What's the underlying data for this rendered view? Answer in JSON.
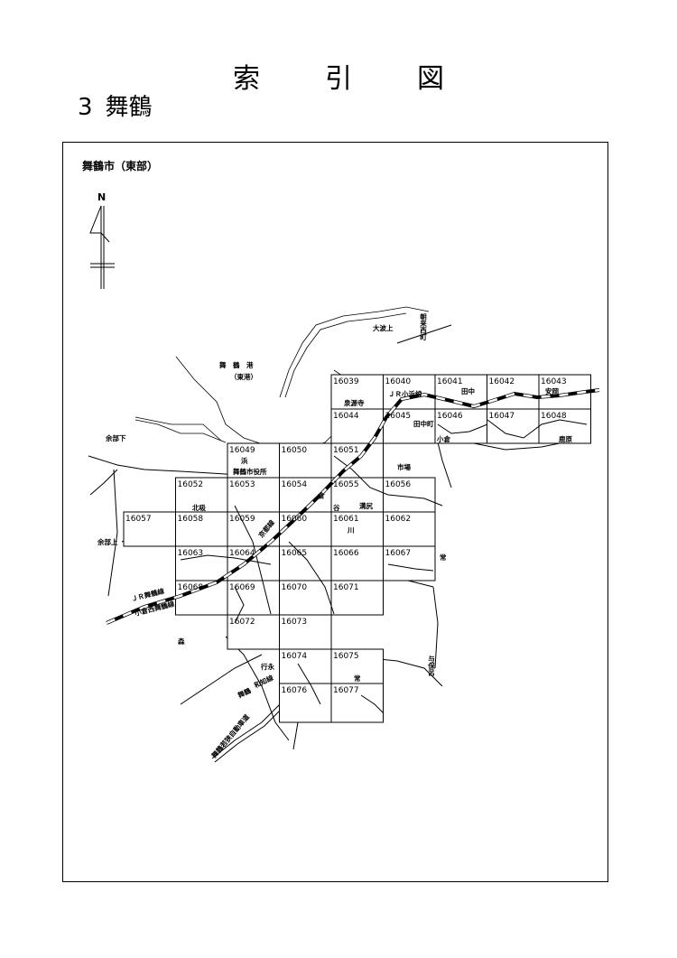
{
  "page": {
    "title_chars": [
      "索",
      "引",
      "図"
    ],
    "section_number": "3",
    "section_name": "舞鶴",
    "map_title": "舞鶴市（東部）",
    "north_label": "N"
  },
  "grid_cells": [
    {
      "id": "16039"
    },
    {
      "id": "16040"
    },
    {
      "id": "16041"
    },
    {
      "id": "16042"
    },
    {
      "id": "16043"
    },
    {
      "id": "16044"
    },
    {
      "id": "16045"
    },
    {
      "id": "16046"
    },
    {
      "id": "16047"
    },
    {
      "id": "16048"
    },
    {
      "id": "16049"
    },
    {
      "id": "16050"
    },
    {
      "id": "16051"
    },
    {
      "id": "16052"
    },
    {
      "id": "16053"
    },
    {
      "id": "16054"
    },
    {
      "id": "16055"
    },
    {
      "id": "16056"
    },
    {
      "id": "16057"
    },
    {
      "id": "16058"
    },
    {
      "id": "16059"
    },
    {
      "id": "16060"
    },
    {
      "id": "16061"
    },
    {
      "id": "16062"
    },
    {
      "id": "16063"
    },
    {
      "id": "16064"
    },
    {
      "id": "16065"
    },
    {
      "id": "16066"
    },
    {
      "id": "16067"
    },
    {
      "id": "16068"
    },
    {
      "id": "16069"
    },
    {
      "id": "16070"
    },
    {
      "id": "16071"
    },
    {
      "id": "16072"
    },
    {
      "id": "16073"
    },
    {
      "id": "16074"
    },
    {
      "id": "16075"
    },
    {
      "id": "16076"
    },
    {
      "id": "16077"
    }
  ],
  "place_names": {
    "maizuru_port": "舞　鶴　港",
    "east_port": "（東港）",
    "obatakami": "大波上",
    "asago_nishimachi": "朝来西町",
    "sengenji": "泉源寺",
    "jr_obama_line": "ＪＲ小浜線",
    "tanaka": "田中",
    "yasuoka": "安岡",
    "tanakacho": "田中町",
    "ogura": "小倉",
    "keihara": "鹿原",
    "yobe_shimo": "余部下",
    "hama": "浜",
    "city_office": "舞鶴市役所",
    "ichiba": "市場",
    "kitasui": "北吸",
    "kura": "倉",
    "tani": "谷",
    "mizoshiri": "溝尻",
    "kawa": "川",
    "yobe_kami": "余部上",
    "jr_maizuru_line": "ＪＲ舞鶴線",
    "ogura_nishi_line": "小倉西舞鶴線",
    "tokiwa": "常",
    "mori": "森",
    "yogo": "与保呂",
    "gyoei": "行永",
    "maizuru": "舞鶴",
    "wachi_line": "和知線",
    "tsune": "常",
    "maizuru_road": "舞鶴若狭自動車道",
    "kyo_line": "京都線"
  }
}
